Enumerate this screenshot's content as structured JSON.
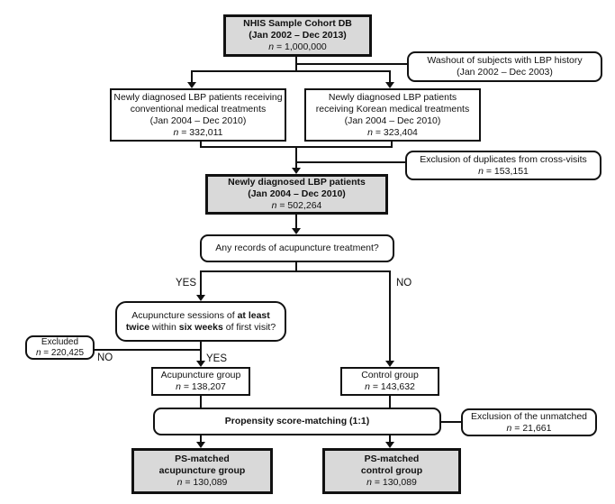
{
  "colors": {
    "background": "#ffffff",
    "box_fill_white": "#ffffff",
    "box_fill_gray": "#d9d9d9",
    "line_and_border": "#111111"
  },
  "nodes": {
    "nhis": {
      "line1": "NHIS Sample Cohort DB",
      "line2": "(Jan 2002 – Dec 2013)",
      "nlabel": "n",
      "nvalue": " = 1,000,000"
    },
    "washout": {
      "line1": "Washout of subjects with LBP history",
      "line2": "(Jan 2002 – Dec 2003)"
    },
    "conventional": {
      "line1": "Newly diagnosed LBP patients receiving",
      "line2": "conventional medical treatments",
      "line3": "(Jan 2004 – Dec 2010)",
      "nlabel": "n",
      "nvalue": " = 332,011"
    },
    "korean": {
      "line1": "Newly diagnosed LBP patients",
      "line2": "receiving Korean medical treatments",
      "line3": "(Jan 2004 – Dec 2010)",
      "nlabel": "n",
      "nvalue": " = 323,404"
    },
    "duplicates": {
      "line1": "Exclusion of duplicates from cross-visits",
      "nlabel": "n",
      "nvalue": " = 153,151"
    },
    "newly_diagnosed": {
      "line1": "Newly diagnosed LBP patients",
      "line2": "(Jan 2004 – Dec 2010)",
      "nlabel": "n",
      "nvalue": " = 502,264"
    },
    "any_records": {
      "line1": "Any records of acupuncture treatment?"
    },
    "sessions": {
      "l1a": "Acupuncture sessions of ",
      "l1b": "at least",
      "l2a": "twice",
      "l2b": " within ",
      "l2c": "six weeks",
      "l2d": " of first visit?"
    },
    "excluded": {
      "line1": "Excluded",
      "nlabel": "n",
      "nvalue": " = 220,425"
    },
    "acupuncture_group": {
      "line1": "Acupuncture group",
      "nlabel": "n",
      "nvalue": " = 138,207"
    },
    "control_group": {
      "line1": "Control group",
      "nlabel": "n",
      "nvalue": " = 143,632"
    },
    "ps_matching": {
      "line1": "Propensity score-matching (1:1)"
    },
    "unmatched": {
      "line1": "Exclusion of the unmatched",
      "nlabel": "n",
      "nvalue": " = 21,661"
    },
    "ps_acupuncture": {
      "line1": "PS-matched",
      "line2": "acupuncture group",
      "nlabel": "n",
      "nvalue": " = 130,089"
    },
    "ps_control": {
      "line1": "PS-matched",
      "line2": "control group",
      "nlabel": "n",
      "nvalue": " = 130,089"
    }
  },
  "labels": {
    "yes_top": "YES",
    "no_top": "NO",
    "no_bottom": "NO",
    "yes_bottom": "YES"
  }
}
